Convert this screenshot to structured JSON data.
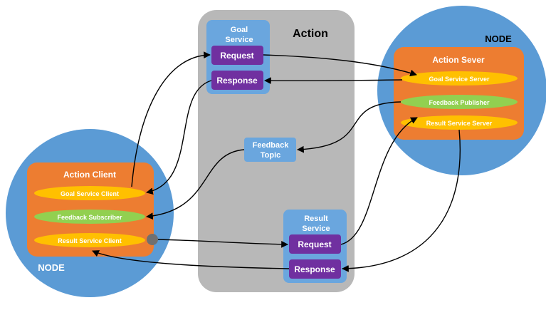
{
  "action": {
    "title": "Action",
    "goal_service": {
      "title_line1": "Goal",
      "title_line2": "Service",
      "request": "Request",
      "response": "Response"
    },
    "feedback_topic": {
      "line1": "Feedback",
      "line2": "Topic"
    },
    "result_service": {
      "title_line1": "Result",
      "title_line2": "Service",
      "request": "Request",
      "response": "Response"
    }
  },
  "server_node": {
    "node_label": "NODE",
    "title": "Action Sever",
    "items": [
      "Goal Service Server",
      "Feedback Publisher",
      "Result Service Server"
    ]
  },
  "client_node": {
    "node_label": "NODE",
    "title": "Action Client",
    "items": [
      "Goal Service Client",
      "Feedback Subscriber",
      "Result Service Client"
    ]
  },
  "colors": {
    "action_bg": "#b8b8b8",
    "node_blue": "#5b9bd5",
    "service_blue": "#6aa6de",
    "orange": "#ed7d31",
    "yellow": "#ffc000",
    "green": "#92d050",
    "purple": "#7030a0",
    "connector_dot": "#707070"
  }
}
